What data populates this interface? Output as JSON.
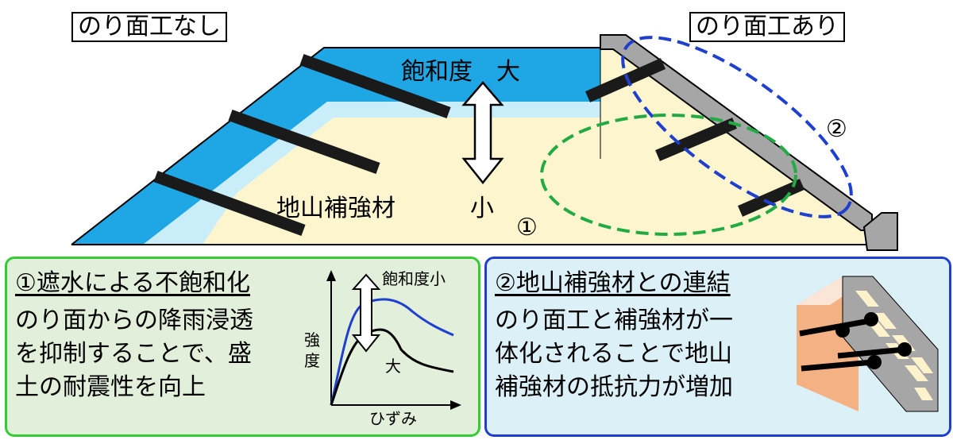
{
  "labels": {
    "without_facing": "のり面工なし",
    "with_facing": "のり面工あり",
    "saturation_high": "飽和度　大",
    "saturation_low": "小",
    "ground_reinforcement": "地山補強材",
    "marker_1": "①",
    "marker_2": "②"
  },
  "panel_left": {
    "title": "①遮水による不飽和化",
    "lines": [
      "のり面からの降雨浸透",
      "を抑制することで、盛",
      "土の耐震性を向上"
    ],
    "graph": {
      "y_label_1": "強",
      "y_label_2": "度",
      "x_label": "ひずみ",
      "curve_low_label": "飽和度小",
      "curve_high_label": "大"
    }
  },
  "panel_right": {
    "title": "②地山補強材との連結",
    "lines": [
      "のり面工と補強材が一",
      "体化されることで地山",
      "補強材の抵抗力が増加"
    ]
  },
  "colors": {
    "saturated_water": "#1ea7e4",
    "light_water": "#c9eefa",
    "soil": "#fdf5cd",
    "facing": "#a6a6a6",
    "blue_ellipse": "#1f3fcf",
    "green_ellipse": "#22aa44",
    "panel_left_bg": "#e2efda",
    "panel_right_bg": "#dcf0f7"
  },
  "icons": [
    "up-down-arrow-icon",
    "reinforcement-detail-icon"
  ]
}
